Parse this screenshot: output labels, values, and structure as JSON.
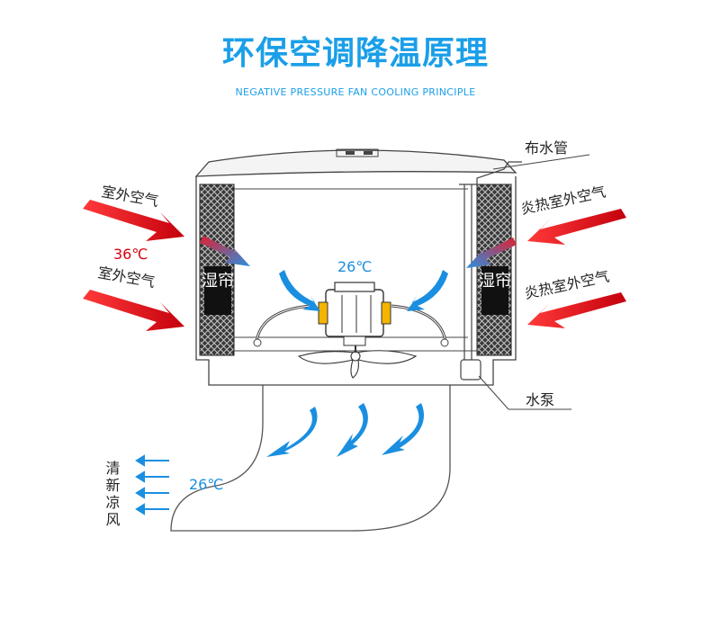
{
  "header": {
    "title": "环保空调降温原理",
    "subtitle": "NEGATIVE PRESSURE FAN COOLING PRINCIPLE"
  },
  "labels": {
    "water_pipe": "布水管",
    "water_pump": "水泵",
    "outdoor_air": "室外空气",
    "hot_outdoor_air": "炎热室外空气",
    "wet_curtain": "湿帘",
    "temp_outside": "36℃",
    "temp_inside": "26℃",
    "temp_outlet": "26℃",
    "cool_air": "清新凉风"
  },
  "colors": {
    "accent": "#1a9fe8",
    "hot_arrow": "#d7000f",
    "cool_arrow": "#1a8fe0",
    "curtain": "#2b2b2b"
  }
}
